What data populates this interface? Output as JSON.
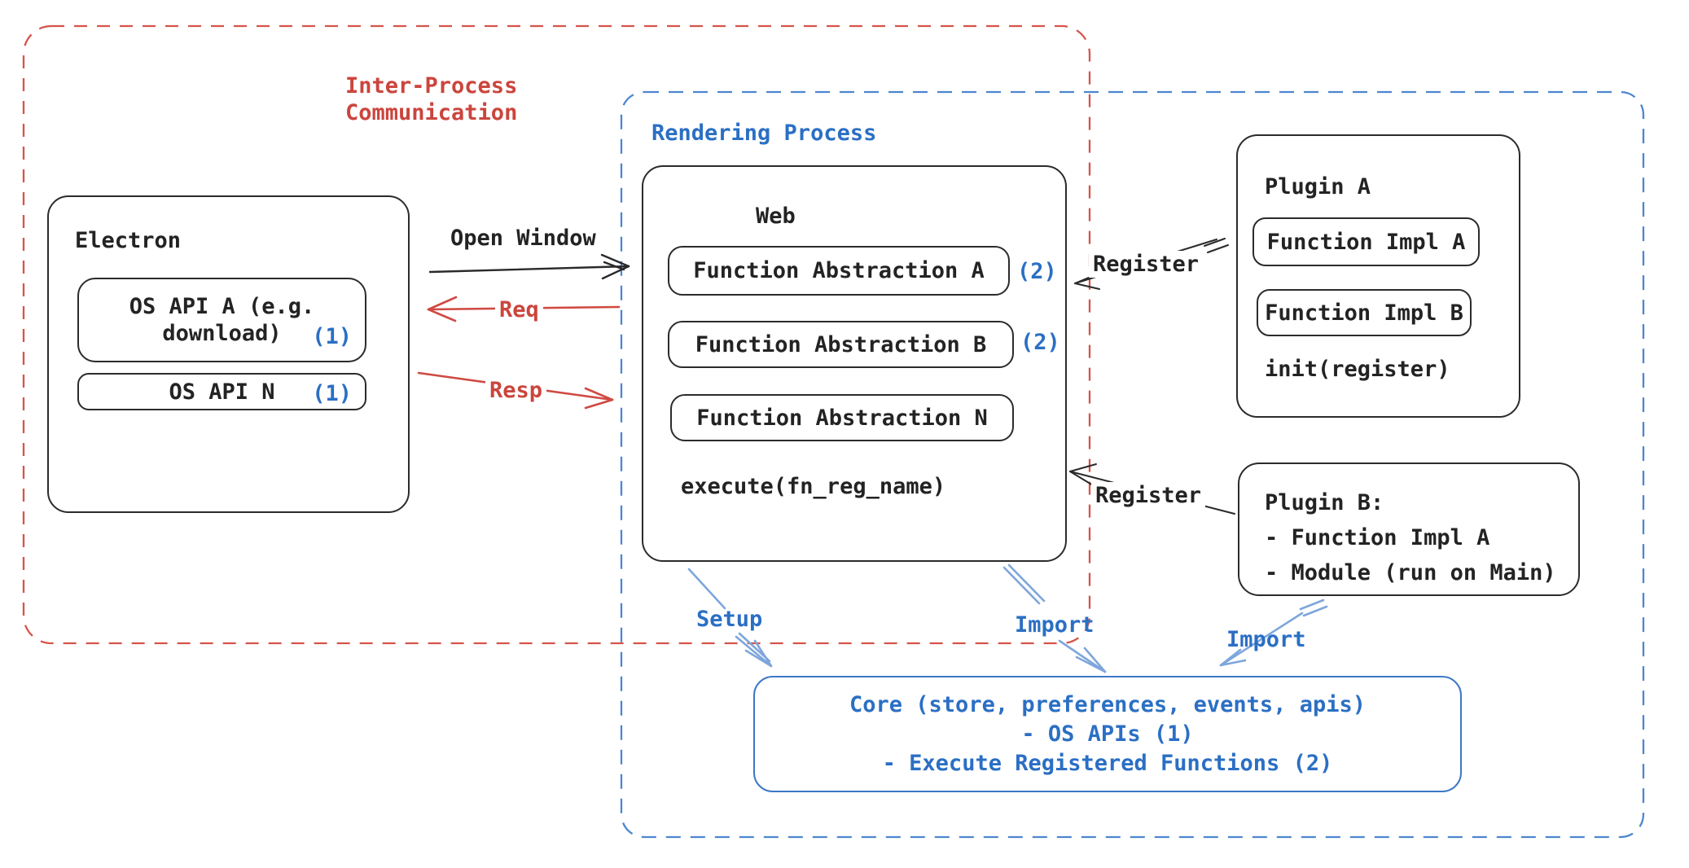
{
  "groups": {
    "ipc": {
      "label": "Inter-Process\nCommunication"
    },
    "rendering": {
      "label": "Rendering Process"
    }
  },
  "electron": {
    "title": "Electron",
    "os_api_a_line1": "OS API A (e.g.",
    "os_api_a_line2": "download)",
    "os_api_a_badge": "(1)",
    "os_api_n_label": "OS API N",
    "os_api_n_badge": "(1)"
  },
  "web": {
    "title": "Web",
    "fn_a_label": "Function Abstraction A",
    "fn_a_badge": "(2)",
    "fn_b_label": "Function Abstraction B",
    "fn_b_badge": "(2)",
    "fn_n_label": "Function Abstraction N",
    "execute_label": "execute(fn_reg_name)"
  },
  "plugin_a": {
    "title": "Plugin A",
    "impl_a": "Function Impl A",
    "impl_b": "Function Impl B",
    "init_label": "init(register)"
  },
  "plugin_b": {
    "title": "Plugin B:",
    "item1": "- Function Impl A",
    "item2": "- Module (run on Main)"
  },
  "core": {
    "line1": "Core (store, preferences, events, apis)",
    "line2": "- OS APIs (1)",
    "line3": "- Execute Registered Functions (2)"
  },
  "arrows": {
    "open_window": "Open Window",
    "req": "Req",
    "resp": "Resp",
    "register_top": "Register",
    "register_bottom": "Register",
    "setup": "Setup",
    "import_mid": "Import",
    "import_right": "Import"
  },
  "colors": {
    "red": "#cb453d",
    "blue": "#2b6fc4",
    "blue_dash": "#4d86cf",
    "blue_arrow": "#7ea6dc",
    "ink": "#232323",
    "background": "#ffffff"
  }
}
